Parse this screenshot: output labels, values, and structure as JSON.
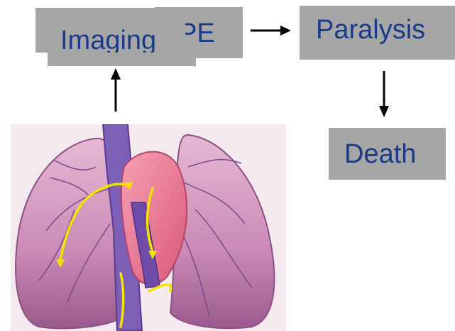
{
  "nodes": {
    "pe": "PE",
    "imaging": "Imaging",
    "paralysis": "Paralysis",
    "death": "Death"
  },
  "colors": {
    "box_fill": "#a6a6a6",
    "text": "#1a3a8a",
    "arrow": "#000000"
  },
  "figure": {
    "icon": "lungs-heart-circulation-illustration"
  }
}
